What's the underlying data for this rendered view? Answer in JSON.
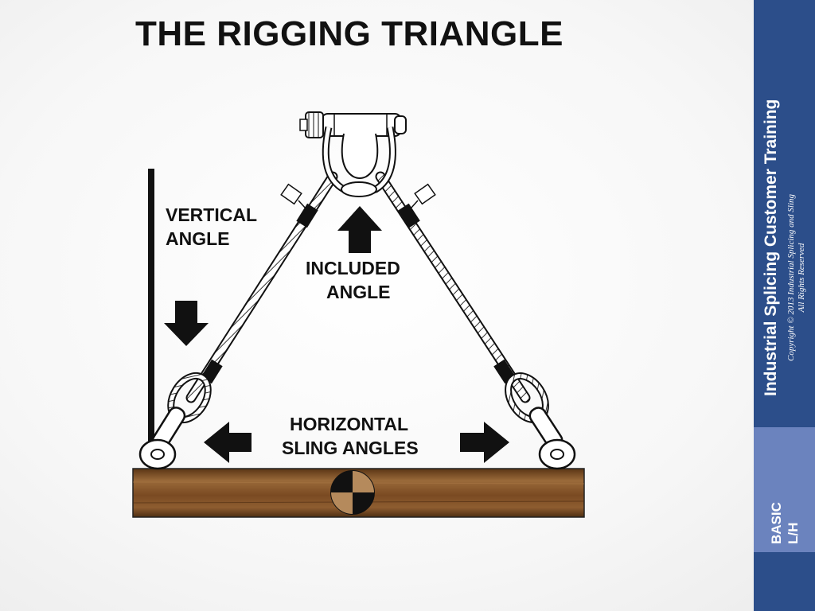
{
  "slide": {
    "title": "THE RIGGING TRIANGLE"
  },
  "labels": {
    "vertical_line1": "VERTICAL",
    "vertical_line2": "ANGLE",
    "included_line1": "INCLUDED",
    "included_line2": "ANGLE",
    "horizontal_line1": "HORIZONTAL",
    "horizontal_line2": "SLING ANGLES"
  },
  "sidebar": {
    "brand": "Industrial Splicing Customer Training",
    "copyright": "Copyright © 2013 Industrial Splicing and Sling",
    "rights": "All Rights Reserved",
    "level_line1": "BASIC",
    "level_line2": "L/H",
    "colors": {
      "primary": "#2c4e8a",
      "secondary": "#6b83be"
    }
  },
  "diagram": {
    "load_color": "#7a4a22",
    "icons": [
      "shackle-icon",
      "eye-bolt-icon",
      "arrow-icon",
      "center-of-gravity-icon"
    ]
  }
}
